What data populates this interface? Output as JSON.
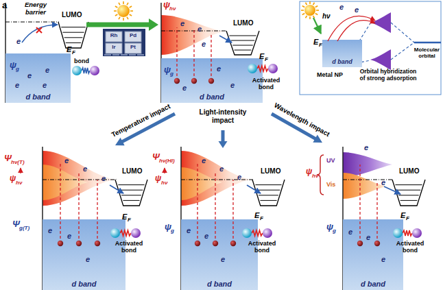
{
  "diagram": {
    "nodes": [
      {
        "text": [
          "d band"
        ]
      },
      {
        "text": [
          "d band"
        ]
      },
      {
        "text": [
          "d band"
        ]
      },
      {
        "text": [
          "d band"
        ]
      },
      {
        "text": [
          "d band"
        ]
      },
      {
        "text": [
          "d band"
        ]
      }
    ],
    "labels": [
      "a",
      "Energy barrier",
      "e",
      "LUMO",
      "E",
      "F",
      "bond",
      "ψ",
      "g",
      "e",
      "e",
      "e",
      "e",
      "Rh",
      "Pd",
      "Ir",
      "Pt",
      "ψ",
      "hν",
      "e",
      "e",
      "e",
      "LUMO",
      "E",
      "F",
      "Activated bond",
      "ψ",
      "g",
      "e",
      "e",
      "e",
      "hν",
      "e",
      "e",
      "E",
      "F",
      "Metal NP",
      "Orbital hybridization of strong adsorption",
      "Molecular orbital",
      "Temperature impact",
      "Light-intensity impact",
      "Wavelength impact",
      "Ψ",
      "hν(T)",
      "ψ",
      "hν",
      "e",
      "e",
      "e",
      "LUMO",
      "Ψ",
      "g(T)",
      "E",
      "F",
      "Activated bond",
      "e",
      "e",
      "e",
      "Ψ",
      "hν(HI)",
      "ψ",
      "hν",
      "e",
      "e",
      "e",
      "LUMO",
      "E",
      "F",
      "Activated bond",
      "ψ",
      "g",
      "e",
      "e",
      "e",
      "UV",
      "Vis",
      "ψ",
      "hν",
      "e",
      "e",
      "LUMO",
      "E",
      "F",
      "Activated bond",
      "ψ",
      "g",
      "e",
      "e",
      "e"
    ]
  }
}
